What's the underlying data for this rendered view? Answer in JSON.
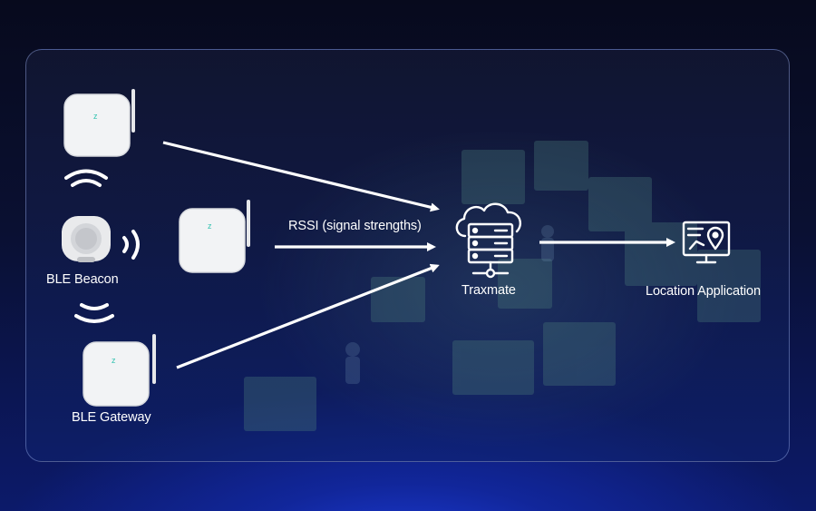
{
  "labels": {
    "beacon": "BLE Beacon",
    "gateway": "BLE Gateway",
    "rssi": "RSSI (signal strengths)",
    "traxmate": "Traxmate",
    "location_app": "Location Application"
  },
  "icons": {
    "gateway": "ble-gateway-device-icon",
    "beacon": "ble-beacon-device-icon",
    "signal": "wireless-signal-icon",
    "cloud_server": "cloud-server-icon",
    "map_monitor": "monitor-map-pin-icon"
  },
  "colors": {
    "background_dark": "#070a1d",
    "background_blue": "#1c3ad6",
    "arrow": "#ffffff",
    "text": "#ffffff",
    "device_body": "#f2f3f5",
    "device_logo": "#34c3b0"
  }
}
